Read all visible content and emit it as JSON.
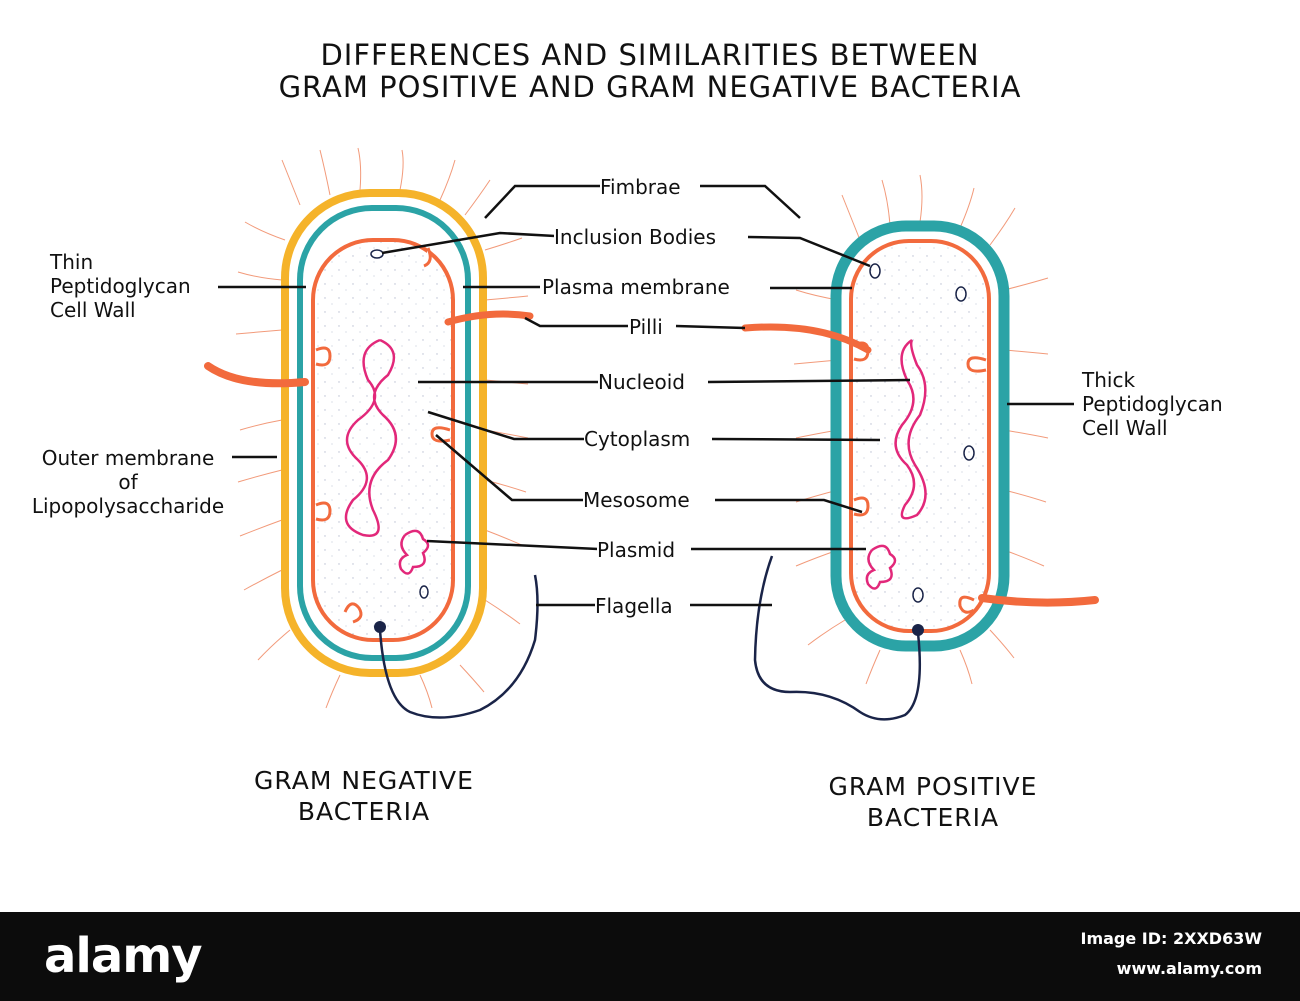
{
  "title": {
    "line1": "DIFFERENCES AND SIMILARITIES BETWEEN",
    "line2": "GRAM POSITIVE AND GRAM NEGATIVE BACTERIA"
  },
  "labels": {
    "fimbrae": "Fimbrae",
    "inclusion_bodies": "Inclusion Bodies",
    "plasma_membrane": "Plasma membrane",
    "pilli": "Pilli",
    "nucleoid": "Nucleoid",
    "cytoplasm": "Cytoplasm",
    "mesosome": "Mesosome",
    "plasmid": "Plasmid",
    "flagella": "Flagella"
  },
  "left_side": {
    "thin_wall": [
      "Thin",
      "Peptidoglycan",
      "Cell Wall"
    ],
    "outer_membrane": [
      "Outer membrane",
      "of",
      "Lipopolysaccharide"
    ]
  },
  "right_side": {
    "thick_wall": [
      "Thick",
      "Peptidoglycan",
      "Cell Wall"
    ]
  },
  "captions": {
    "negative": [
      "GRAM NEGATIVE",
      "BACTERIA"
    ],
    "positive": [
      "GRAM POSITIVE",
      "BACTERIA"
    ]
  },
  "footer": {
    "logo": "alamy",
    "image_id": "Image ID: 2XXD63W",
    "site": "www.alamy.com"
  },
  "colors": {
    "outer_membrane": "#f5b32a",
    "cell_wall": "#2ba3a6",
    "plasma_membrane": "#f26a3d",
    "dna": "#e2287a",
    "flagellum": "#1a2448",
    "fimbriae": "#f29a7a",
    "leader": "#111111"
  }
}
